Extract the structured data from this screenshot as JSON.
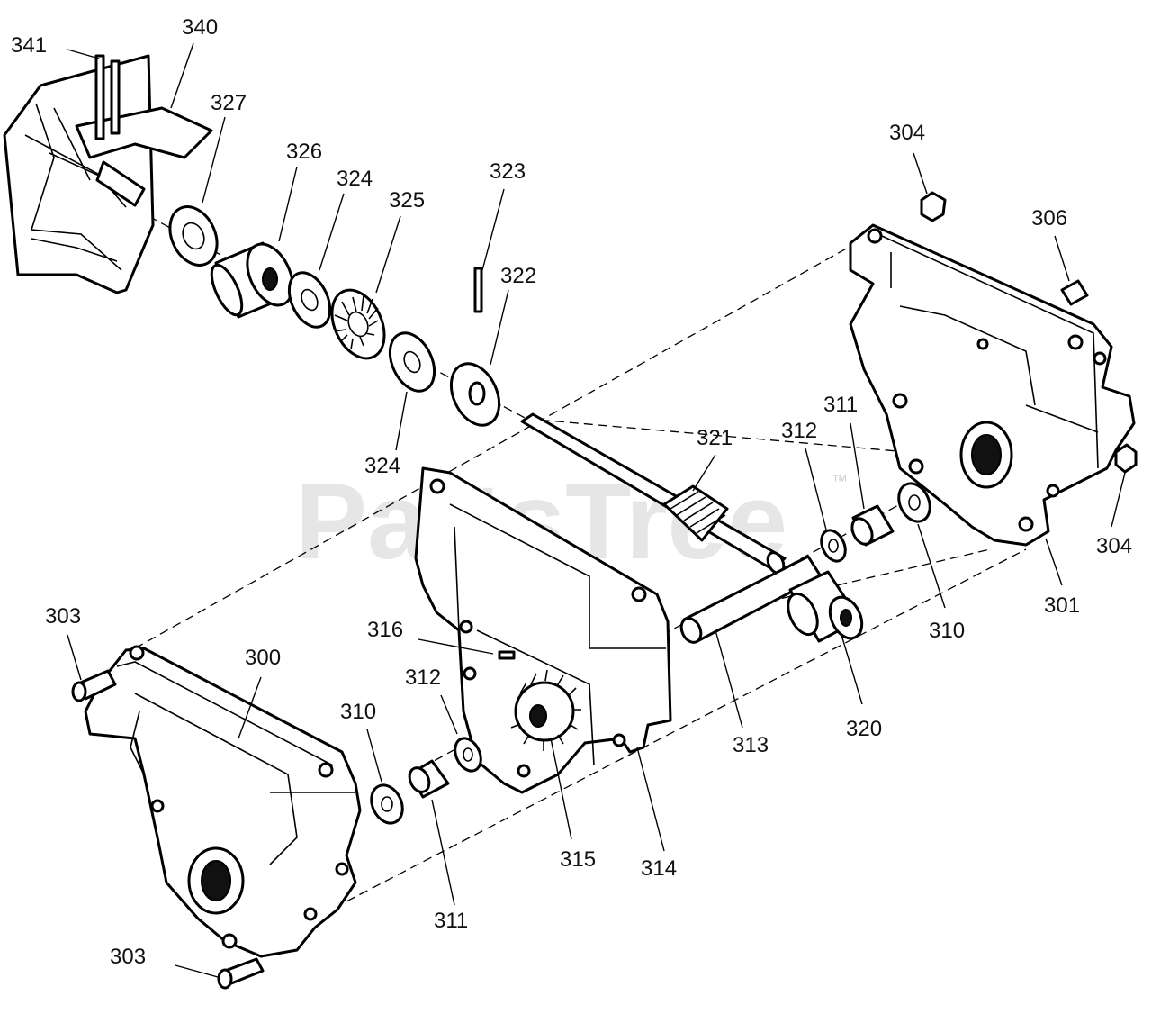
{
  "watermark": {
    "text": "PartsTree",
    "trademark": "™"
  },
  "callouts": [
    {
      "id": "341",
      "label": "341"
    },
    {
      "id": "340",
      "label": "340"
    },
    {
      "id": "327",
      "label": "327"
    },
    {
      "id": "326",
      "label": "326"
    },
    {
      "id": "324a",
      "label": "324"
    },
    {
      "id": "325",
      "label": "325"
    },
    {
      "id": "323",
      "label": "323"
    },
    {
      "id": "322",
      "label": "322"
    },
    {
      "id": "324b",
      "label": "324"
    },
    {
      "id": "304a",
      "label": "304"
    },
    {
      "id": "306",
      "label": "306"
    },
    {
      "id": "311a",
      "label": "311"
    },
    {
      "id": "312a",
      "label": "312"
    },
    {
      "id": "321",
      "label": "321"
    },
    {
      "id": "304b",
      "label": "304"
    },
    {
      "id": "301",
      "label": "301"
    },
    {
      "id": "310a",
      "label": "310"
    },
    {
      "id": "320",
      "label": "320"
    },
    {
      "id": "313",
      "label": "313"
    },
    {
      "id": "303a",
      "label": "303"
    },
    {
      "id": "300",
      "label": "300"
    },
    {
      "id": "316",
      "label": "316"
    },
    {
      "id": "312b",
      "label": "312"
    },
    {
      "id": "310b",
      "label": "310"
    },
    {
      "id": "315",
      "label": "315"
    },
    {
      "id": "314",
      "label": "314"
    },
    {
      "id": "311b",
      "label": "311"
    },
    {
      "id": "303b",
      "label": "303"
    }
  ]
}
